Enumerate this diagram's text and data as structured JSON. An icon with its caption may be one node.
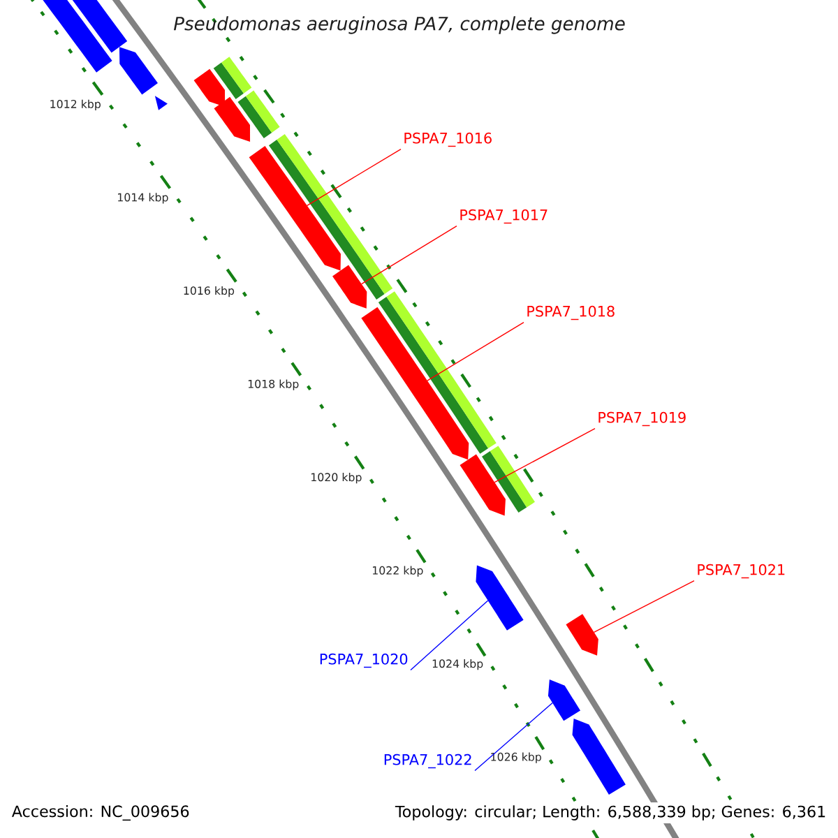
{
  "diagram": {
    "title": "Pseudomonas aeruginosa PA7, complete genome",
    "nodes": [
      {
        "text": [
          "PSPA7_1016"
        ]
      },
      {
        "text": [
          "PSPA7_1017"
        ]
      },
      {
        "text": [
          "PSPA7_1018"
        ]
      },
      {
        "text": [
          "PSPA7_1019"
        ]
      },
      {
        "text": [
          "PSPA7_1021"
        ]
      },
      {
        "text": [
          "PSPA7_1020"
        ]
      },
      {
        "text": [
          "PSPA7_1022"
        ]
      },
      {
        "text": [],
        "shape": "box"
      },
      {
        "text": [],
        "shape": "box"
      },
      {
        "text": [],
        "shape": "box"
      },
      {
        "text": [],
        "shape": "box"
      },
      {
        "text": [],
        "shape": "box"
      },
      {
        "text": [],
        "shape": "box"
      },
      {
        "text": [],
        "shape": "box"
      },
      {
        "text": [],
        "shape": "box"
      },
      {
        "text": [],
        "shape": "box"
      },
      {
        "text": [],
        "shape": "box"
      },
      {
        "text": [],
        "shape": "box"
      },
      {
        "text": [],
        "shape": "box"
      },
      {
        "text": [],
        "shape": "box"
      },
      {
        "text": [],
        "shape": "box"
      }
    ],
    "edges": [
      {
        "from": 0,
        "to": 13,
        "arrow": "none"
      },
      {
        "from": 1,
        "to": 14,
        "arrow": "none"
      },
      {
        "from": 2,
        "to": 15,
        "arrow": "none"
      },
      {
        "from": 3,
        "to": 16,
        "arrow": "none"
      },
      {
        "from": 4,
        "to": 18,
        "arrow": "none"
      },
      {
        "from": 5,
        "to": 17,
        "arrow": "none",
        "color": "#0000ff"
      },
      {
        "from": 6,
        "to": 19,
        "arrow": "none",
        "color": "#0000ff"
      }
    ],
    "labels": [
      "1012 kbp",
      "1014 kbp",
      "1016 kbp",
      "1018 kbp",
      "1020 kbp",
      "1022 kbp",
      "1024 kbp",
      "1026 kbp",
      "Accession: NC_009656",
      "Topology: circular; Length: 6,588,339 bp; Genes: 6,361"
    ]
  }
}
